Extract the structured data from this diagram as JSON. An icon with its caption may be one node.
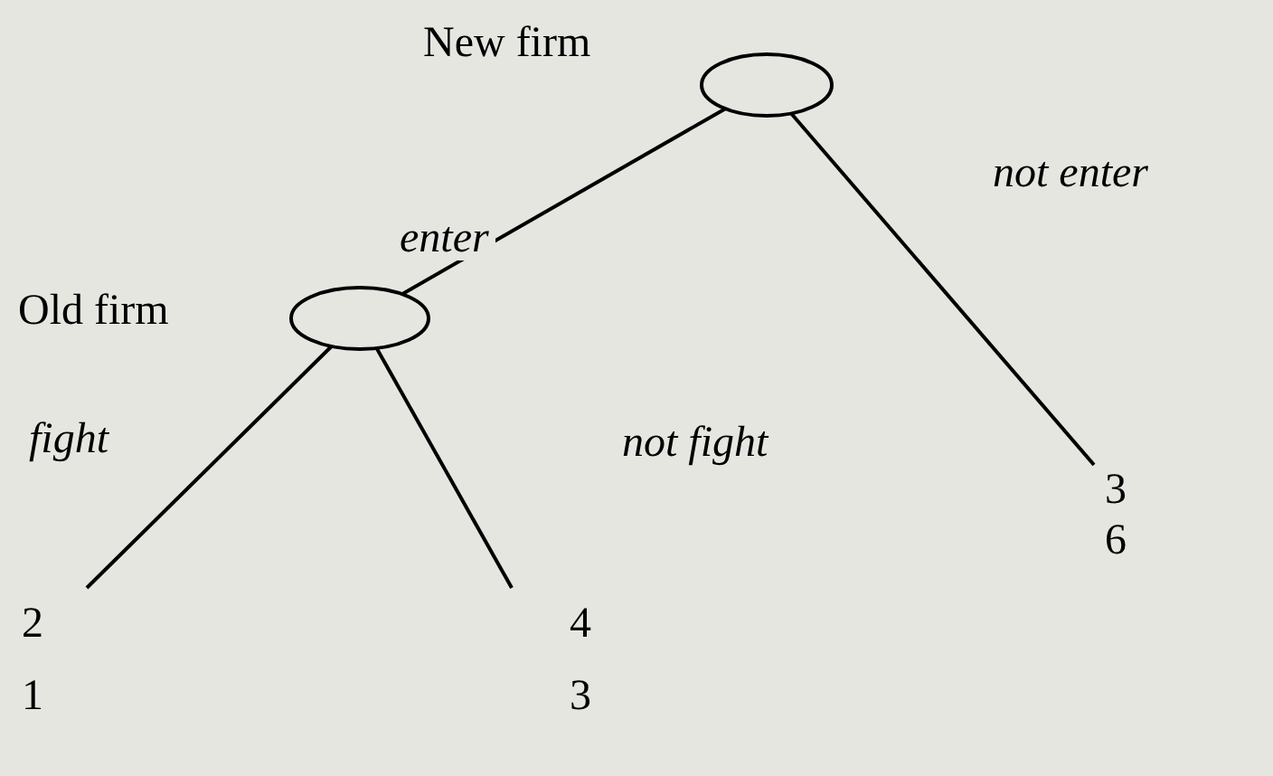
{
  "diagram": {
    "nodes": [
      {
        "text": [
          "New firm"
        ]
      },
      {
        "text": [
          "Old firm"
        ]
      },
      {
        "text": [
          "2",
          "1"
        ]
      },
      {
        "text": [
          "4",
          "3"
        ]
      },
      {
        "text": [
          "3",
          "6"
        ]
      }
    ],
    "edges": [
      {
        "from": 0,
        "to": 1,
        "arrow": "none",
        "label": "enter"
      },
      {
        "from": 0,
        "to": 4,
        "arrow": "none",
        "label": "not enter"
      },
      {
        "from": 1,
        "to": 2,
        "arrow": "none",
        "label": "fight"
      },
      {
        "from": 1,
        "to": 3,
        "arrow": "none",
        "label": "not fight"
      }
    ]
  }
}
